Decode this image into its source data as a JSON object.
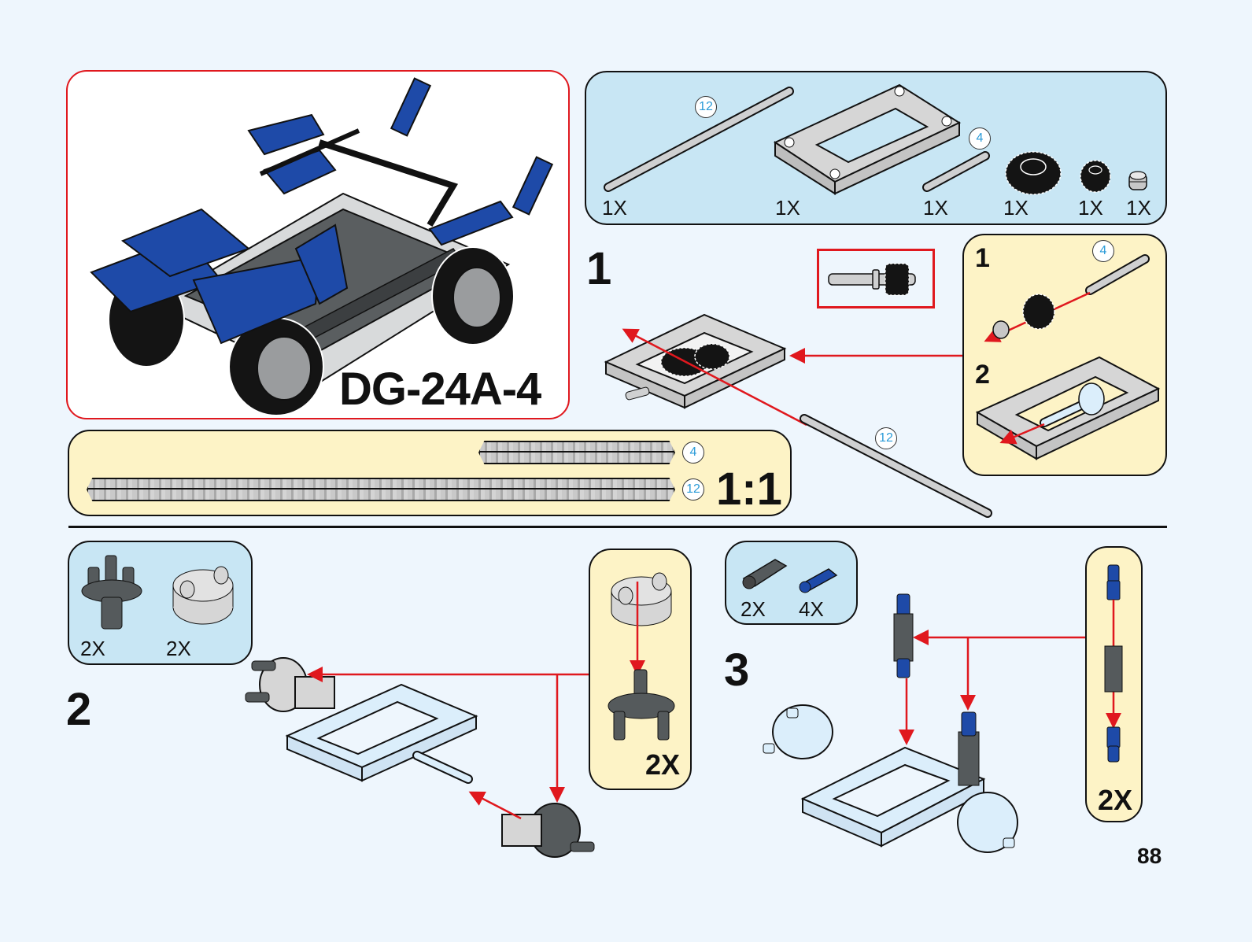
{
  "model": {
    "code": "DG-24A-4"
  },
  "page_number": "88",
  "colors": {
    "page_bg": "#eef6fd",
    "parts_box_blue": "#c8e6f4",
    "sub_box_cream": "#fdf3c6",
    "arrow_red": "#e0181e",
    "brick_blue": "#1e4aa8",
    "brick_dark_gray": "#555a5c",
    "brick_light_gray": "#d6d6d6",
    "callout_number_blue": "#2b9bd8"
  },
  "top_parts_list": {
    "items": [
      {
        "part": "axle",
        "length_label": "12",
        "qty": "1X"
      },
      {
        "part": "open-frame-5x7",
        "qty": "1X"
      },
      {
        "part": "axle",
        "length_label": "4",
        "qty": "1X"
      },
      {
        "part": "gear-20-tooth-bevel",
        "qty": "1X"
      },
      {
        "part": "gear-12-tooth-bevel",
        "qty": "1X"
      },
      {
        "part": "bush-half",
        "qty": "1X"
      }
    ]
  },
  "scale_box": {
    "axles": [
      {
        "length_label": "4"
      },
      {
        "length_label": "12"
      }
    ],
    "scale_label": "1:1"
  },
  "step1": {
    "number": "1",
    "sub_steps": [
      {
        "number": "1",
        "axle_label": "4"
      },
      {
        "number": "2"
      }
    ],
    "axle_label": "12"
  },
  "step2": {
    "number": "2",
    "parts": [
      {
        "part": "rotor-hub-dark-gray",
        "qty": "2X"
      },
      {
        "part": "turntable-top-light-gray",
        "qty": "2X"
      }
    ],
    "sub_assembly_qty": "2X"
  },
  "step3": {
    "number": "3",
    "parts": [
      {
        "part": "axle-connector-dark-gray",
        "qty": "2X"
      },
      {
        "part": "pin-blue",
        "qty": "4X"
      }
    ],
    "sub_assembly_qty": "2X"
  }
}
